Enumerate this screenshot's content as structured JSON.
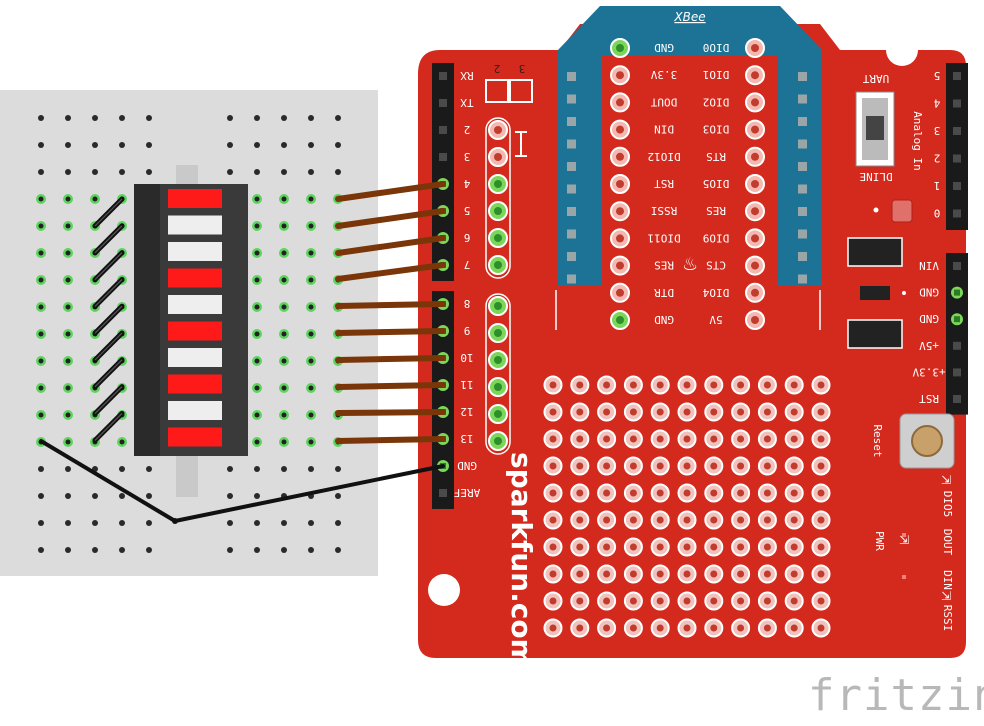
{
  "xbee": {
    "module_label": "XBee"
  },
  "xbee_left_pins": [
    "GND",
    "3.3V",
    "DOUT",
    "DIN",
    "DIO12",
    "RST",
    "RSSI",
    "DIO11",
    "RES",
    "DTR",
    "GND"
  ],
  "xbee_right_pins": [
    "DIO0",
    "DIO1",
    "DIO2",
    "DIO3",
    "RTS",
    "DIO5",
    "RES",
    "DIO9",
    "CTS",
    "DIO4",
    "5V"
  ],
  "header_left_top": [
    "RX",
    "TX",
    "2",
    "3",
    "4",
    "5",
    "6",
    "7"
  ],
  "header_left_bottom": [
    "8",
    "9",
    "10",
    "11",
    "12",
    "13",
    "GND",
    "AREF"
  ],
  "header_right_analog": [
    "5",
    "4",
    "3",
    "2",
    "1",
    "0"
  ],
  "header_right_power": [
    "VIN",
    "GND",
    "GND",
    "+5V",
    "+3.3V",
    "RST"
  ],
  "switch": {
    "uart_label": "UART",
    "dline_label": "DLINE",
    "analog_label": "Analog In"
  },
  "jumper_labels": [
    "2",
    "3"
  ],
  "reset_label": "Reset",
  "pwr_label": "PWR",
  "led_labels": [
    "DIO5",
    "DOUT",
    "DIN",
    "RSSI"
  ],
  "brand": "sparkfun.com",
  "watermark": "fritzing",
  "led_states": [
    "on",
    "off",
    "off",
    "on",
    "off",
    "on",
    "off",
    "on",
    "off",
    "on"
  ],
  "colors": {
    "board": "#d42a1e",
    "xbee": "#1c7396",
    "wire": "#7a3608",
    "gnd_wire": "#111111",
    "led_on": "#ff1a1a",
    "led_off": "#eeeeee",
    "breadboard": "#dcdcdc"
  }
}
